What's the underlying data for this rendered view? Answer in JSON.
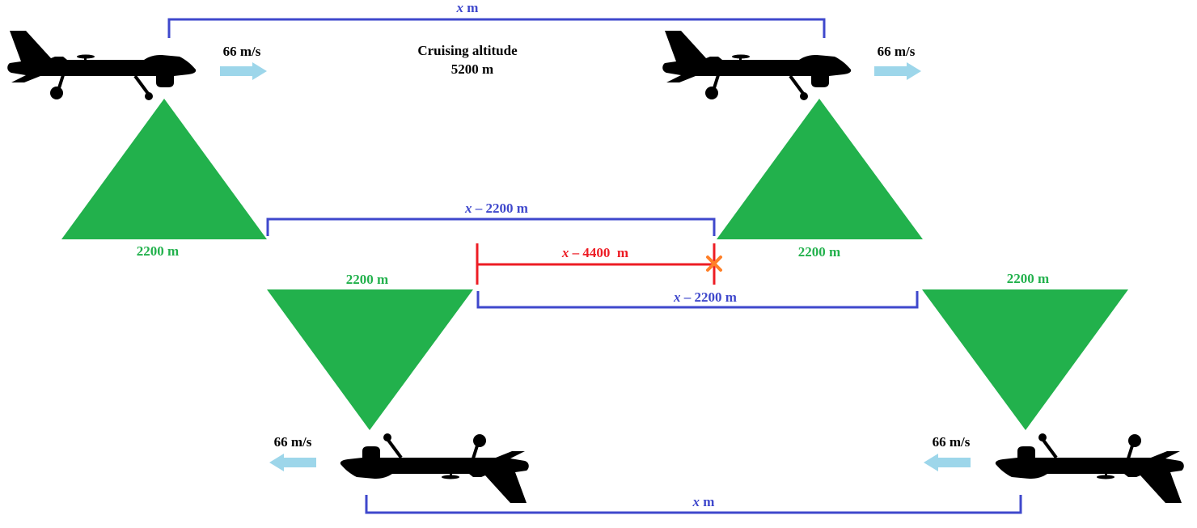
{
  "title": {
    "line1": "Cruising altitude",
    "line2": "5200 m"
  },
  "speeds": [
    "66 m/s",
    "66 m/s",
    "66 m/s",
    "66 m/s"
  ],
  "coverage": [
    "2200 m",
    "2200 m",
    "2200 m",
    "2200 m"
  ],
  "distances": {
    "top": {
      "var": "x",
      "rest": " m"
    },
    "middle_upper": {
      "var": "x",
      "rest": " – 2200 m"
    },
    "middle_lower": {
      "var": "x",
      "rest": " – 2200 m"
    },
    "bottom": {
      "var": "x",
      "rest": " m"
    },
    "red_gap": {
      "var": "x",
      "rest": " – 4400  m"
    }
  },
  "colors": {
    "blue": "#3f48cc",
    "green": "#22b14c",
    "red": "#ed1c24",
    "orange": "#ff7f27",
    "arrow": "#9dd6ea"
  }
}
